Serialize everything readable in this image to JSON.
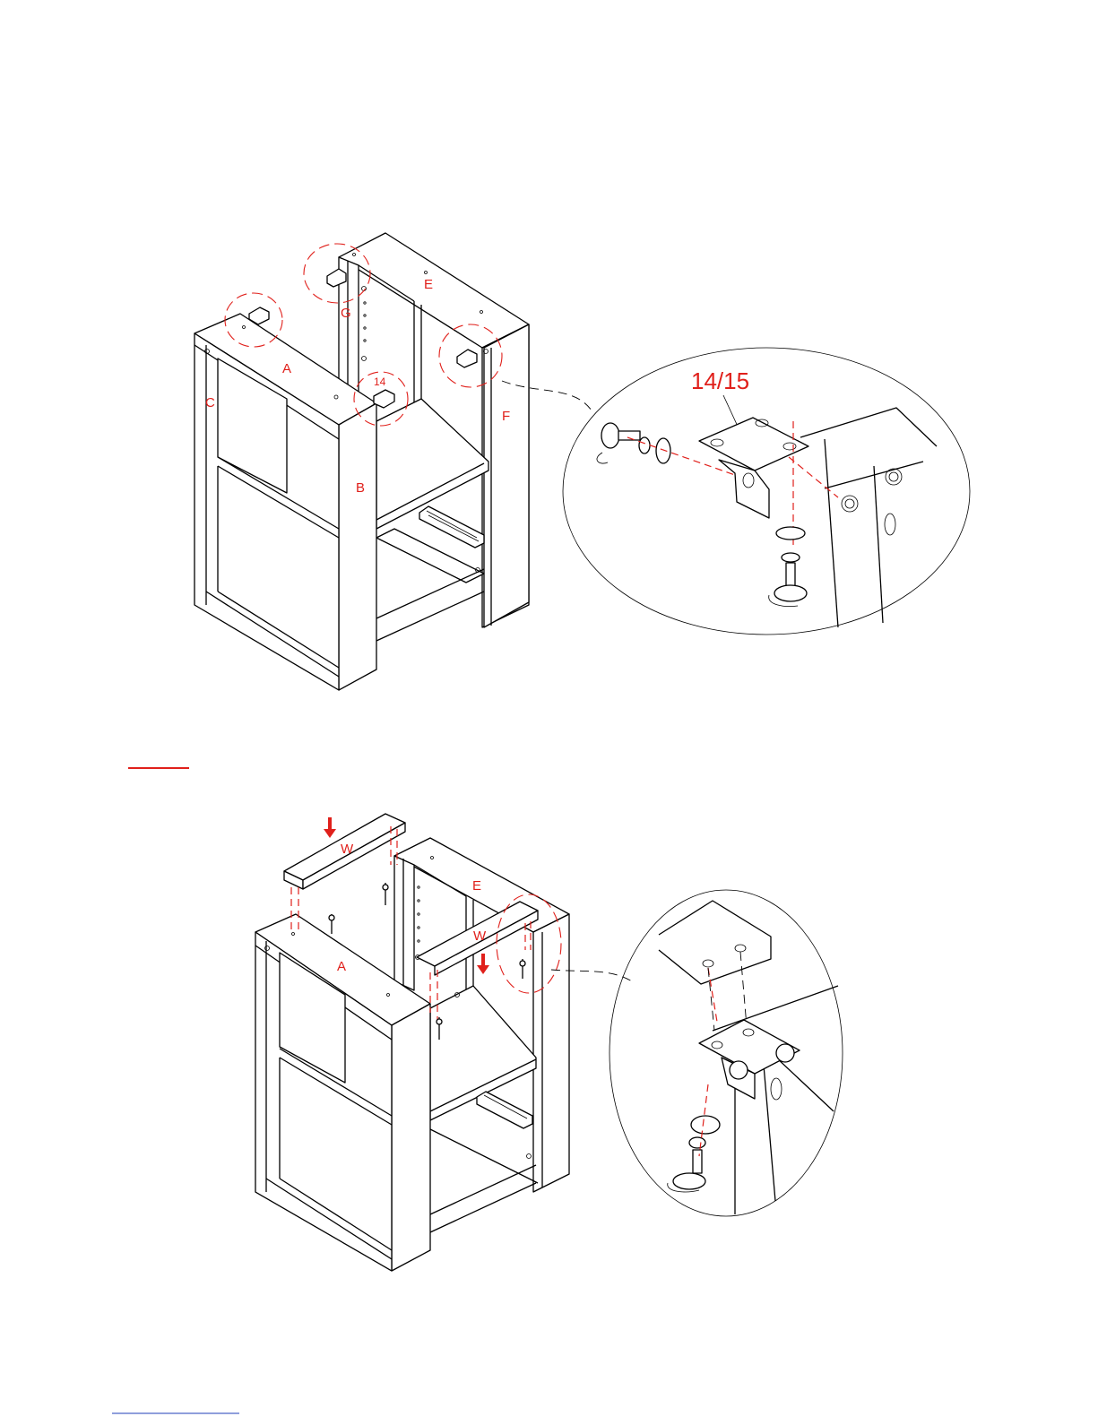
{
  "diagram": {
    "top_view": {
      "panel_labels": [
        "A",
        "B",
        "C",
        "E",
        "F",
        "G"
      ],
      "callout_small": "14",
      "detail_label": "14/15"
    },
    "bottom_view": {
      "panel_labels": [
        "A",
        "E"
      ],
      "rail_label": "W",
      "rail_label_2": "W"
    }
  },
  "colors": {
    "label": "#e0201b",
    "line": "#000000",
    "footer_rule": "#1f3fb8"
  }
}
